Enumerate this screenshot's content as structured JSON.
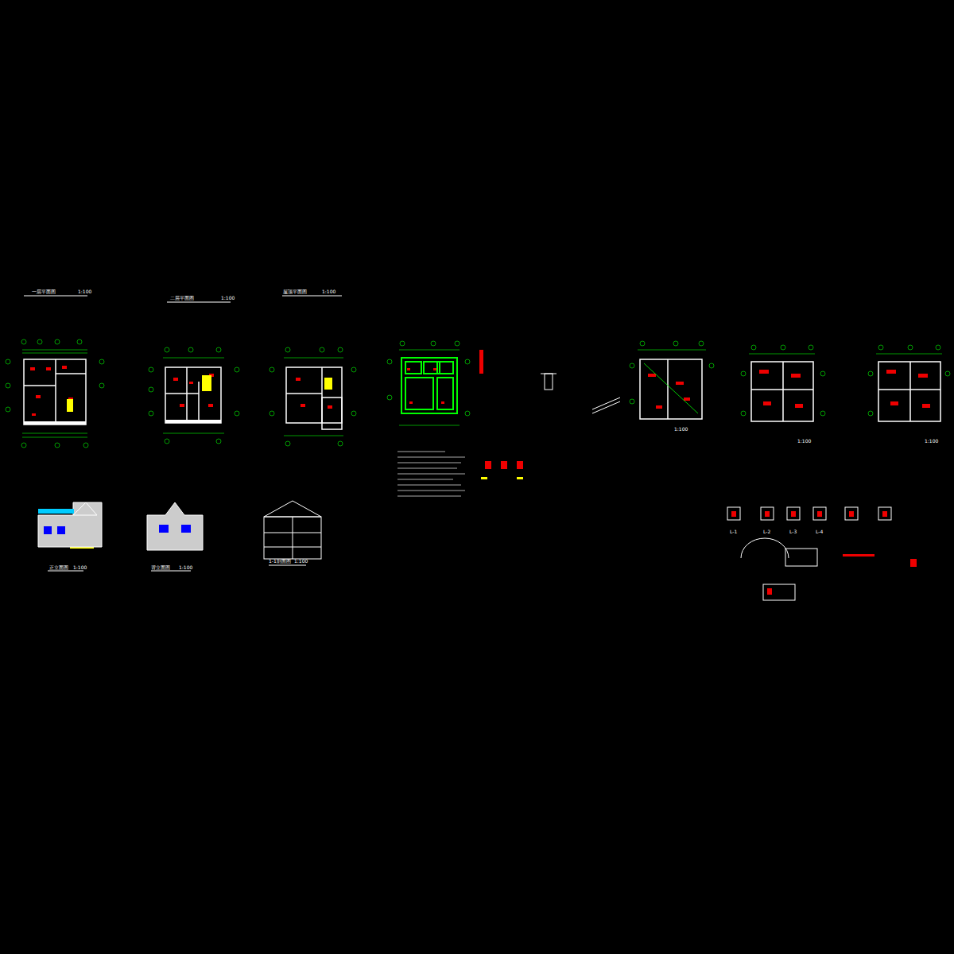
{
  "diagram": {
    "labels": [
      "一层平面图",
      "1:100",
      "二层平面图",
      "1:100",
      "屋顶平面图",
      "1:100",
      "正立面图",
      "1:100",
      "背立面图",
      "1:100",
      "1-1剖面图",
      "1:100",
      "1:100",
      "1:100",
      "1:100",
      "L-1",
      "L-2",
      "L-3",
      "L-4"
    ]
  }
}
